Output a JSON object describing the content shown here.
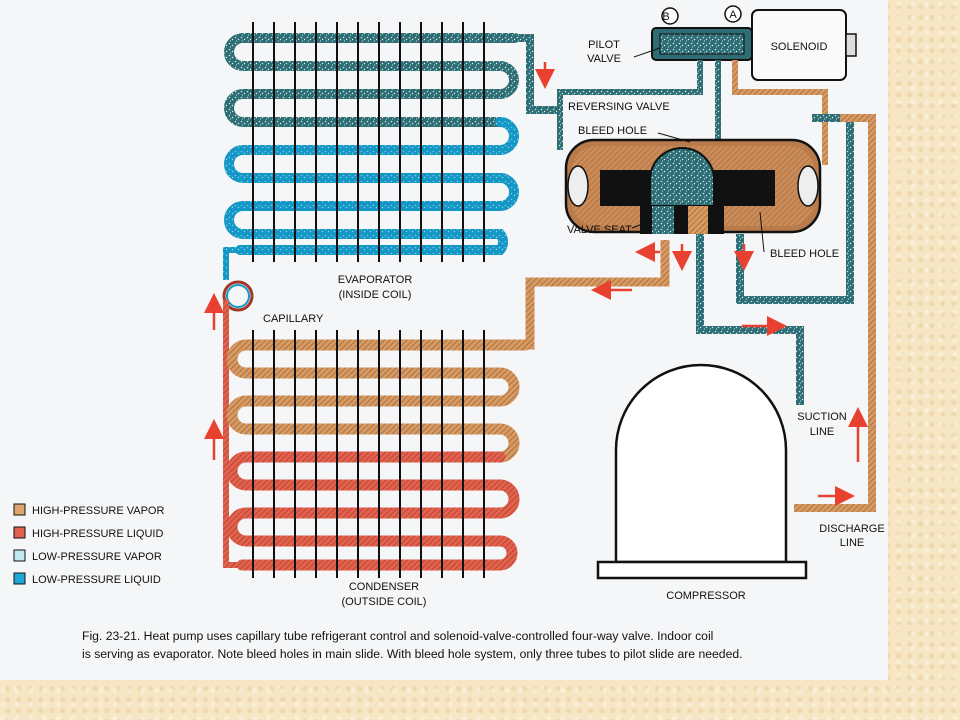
{
  "labels": {
    "evaporator": "EVAPORATOR",
    "evaporator_sub": "(INSIDE COIL)",
    "condenser": "CONDENSER",
    "condenser_sub": "(OUTSIDE COIL)",
    "capillary": "CAPILLARY",
    "compressor": "COMPRESSOR",
    "suction": "SUCTION",
    "suction_line": "LINE",
    "discharge": "DISCHARGE",
    "discharge_line": "LINE",
    "pilot": "PILOT",
    "pilot_valve": "VALVE",
    "solenoid": "SOLENOID",
    "reversing_valve": "REVERSING VALVE",
    "bleed_hole_top": "BLEED HOLE",
    "bleed_hole_right": "BLEED HOLE",
    "valve_seat": "VALVE SEAT",
    "port_a": "A",
    "port_b": "B"
  },
  "legend": [
    {
      "label": "HIGH-PRESSURE VAPOR",
      "color": "#e0a46e"
    },
    {
      "label": "HIGH-PRESSURE LIQUID",
      "color": "#e06350"
    },
    {
      "label": "LOW-PRESSURE VAPOR",
      "color": "#bfe8f0"
    },
    {
      "label": "LOW-PRESSURE LIQUID",
      "color": "#1ea7d6"
    }
  ],
  "colors": {
    "hp_vapor": "#c98a55",
    "hp_liquid": "#d9523f",
    "lp_vapor": "#2c6a73",
    "lp_liquid": "#1aa3cf",
    "arrow": "#e8412f",
    "body_fill": "#b97a4c"
  },
  "caption": {
    "line1": "Fig. 23-21.  Heat pump uses capillary tube refrigerant control and solenoid-valve-controlled four-way valve. Indoor coil",
    "line2": "is serving as evaporator. Note bleed holes in main slide. With bleed hole system, only three tubes to pilot slide are needed."
  }
}
